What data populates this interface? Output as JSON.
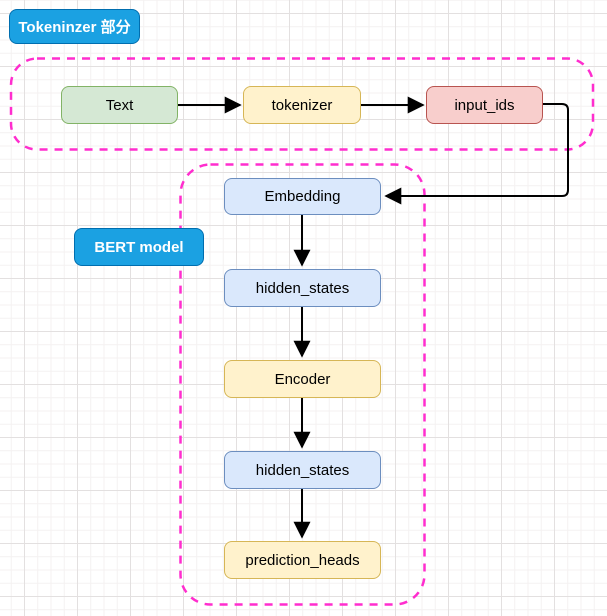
{
  "diagram": {
    "section_labels": [
      {
        "id": "tokenizer-section",
        "text": "Tokeninzer 部分"
      },
      {
        "id": "bert-model",
        "text": "BERT model"
      }
    ],
    "groups": [
      {
        "id": "tokenizer-group",
        "label": ""
      },
      {
        "id": "bert-model-group",
        "label": ""
      }
    ],
    "nodes": [
      {
        "id": "text",
        "label": "Text",
        "style": "green"
      },
      {
        "id": "tokenizer",
        "label": "tokenizer",
        "style": "yellow"
      },
      {
        "id": "input_ids",
        "label": "input_ids",
        "style": "red"
      },
      {
        "id": "embedding",
        "label": "Embedding",
        "style": "blue"
      },
      {
        "id": "hidden_states_1",
        "label": "hidden_states",
        "style": "blue"
      },
      {
        "id": "encoder",
        "label": "Encoder",
        "style": "yellow"
      },
      {
        "id": "hidden_states_2",
        "label": "hidden_states",
        "style": "blue"
      },
      {
        "id": "prediction_heads",
        "label": "prediction_heads",
        "style": "yellow"
      }
    ],
    "edges": [
      {
        "from": "text",
        "to": "tokenizer"
      },
      {
        "from": "tokenizer",
        "to": "input_ids"
      },
      {
        "from": "input_ids",
        "to": "embedding"
      },
      {
        "from": "embedding",
        "to": "hidden_states_1"
      },
      {
        "from": "hidden_states_1",
        "to": "encoder"
      },
      {
        "from": "encoder",
        "to": "hidden_states_2"
      },
      {
        "from": "hidden_states_2",
        "to": "prediction_heads"
      }
    ],
    "colors": {
      "label_fill": "#1ba1e2",
      "label_stroke": "#006eaf",
      "label_text": "#ffffff",
      "green_fill": "#d5e8d4",
      "green_stroke": "#82b366",
      "yellow_fill": "#fff2cc",
      "yellow_stroke": "#d6b656",
      "red_fill": "#f8cecc",
      "red_stroke": "#b85450",
      "blue_fill": "#dae8fc",
      "blue_stroke": "#6c8ebf",
      "group_border": "#ff2dce",
      "edge_stroke": "#000000",
      "node_text": "#000000"
    }
  }
}
